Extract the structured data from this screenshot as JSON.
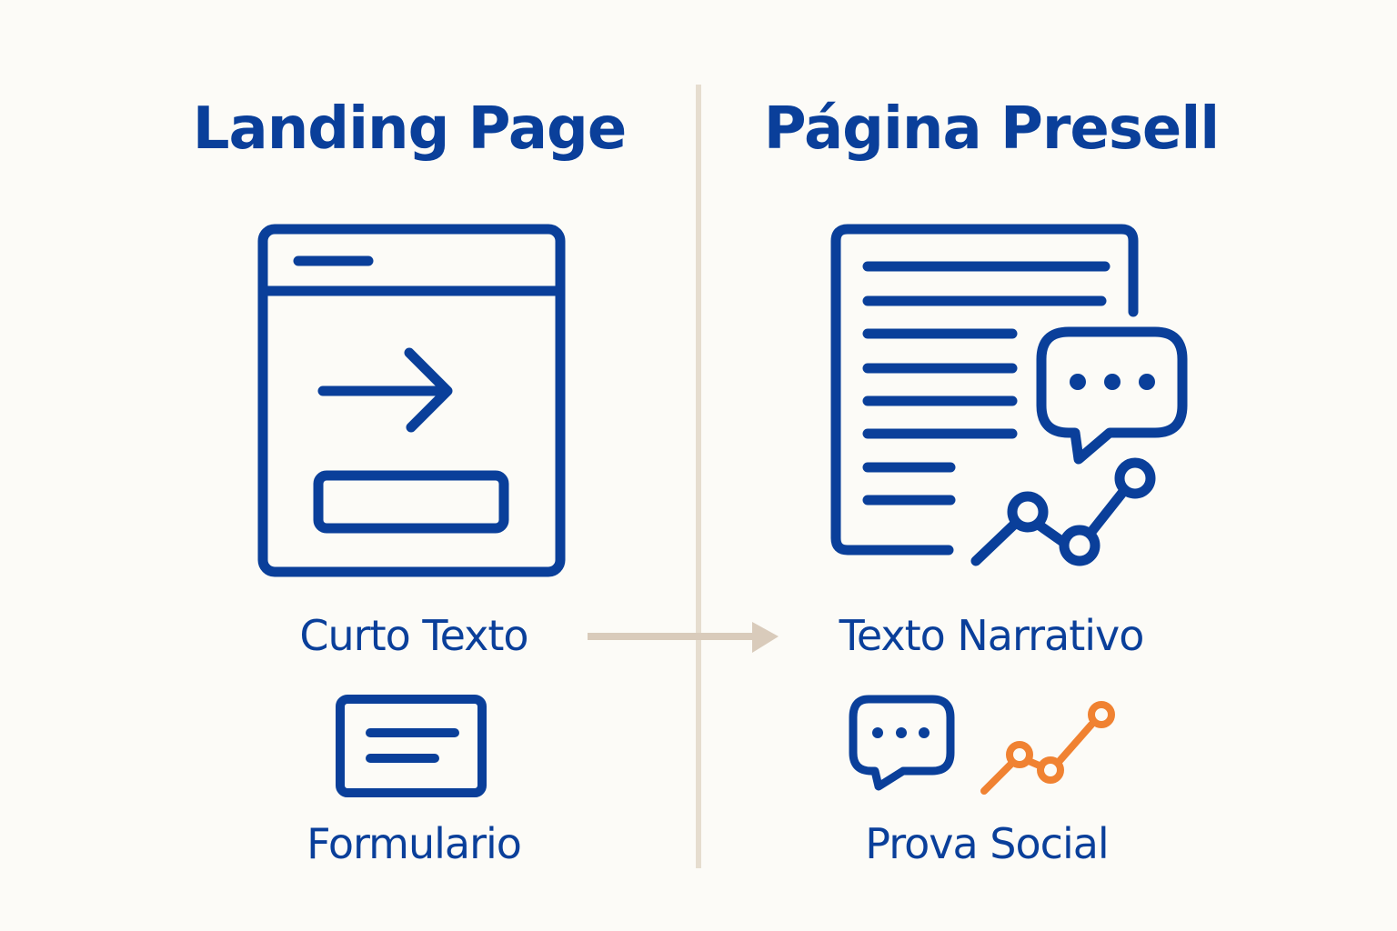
{
  "colors": {
    "background": "#fcfbf7",
    "primary_blue": "#0a3f9a",
    "accent_orange": "#f08232",
    "divider": "#e6ddcf",
    "arrow": "#d9cbbb"
  },
  "left": {
    "title": "Landing Page",
    "main_icon": "browser-window-arrow-icon",
    "feature_label": "Curto Texto",
    "sub_icon": "form-card-icon",
    "sub_label": "Formulario"
  },
  "right": {
    "title": "Página Presell",
    "main_icon": "document-chat-chart-icon",
    "feature_label": "Texto Narrativo",
    "sub_icons": [
      "chat-bubble-icon",
      "trend-line-icon"
    ],
    "sub_label": "Prova Social"
  },
  "connector": {
    "icon": "arrow-right-icon"
  }
}
